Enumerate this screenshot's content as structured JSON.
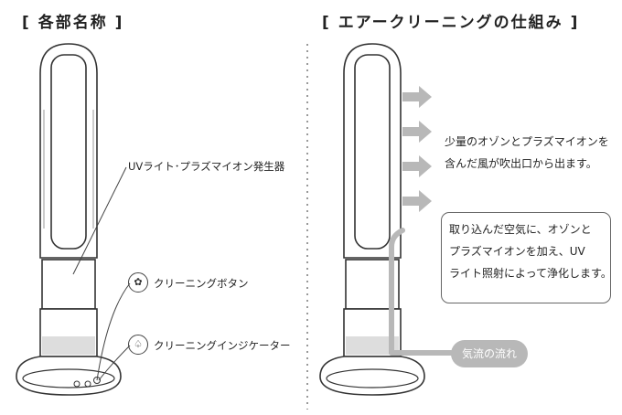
{
  "headers": {
    "left": "[ 各部名称 ]",
    "right": "[ エアークリーニングの仕組み ]"
  },
  "left_panel": {
    "labels": [
      "UVライト･プラズマイオン発生器",
      "クリーニングボタン",
      "クリーニングインジケーター"
    ],
    "icons": [
      "clean-button-icon",
      "indicator-icon"
    ]
  },
  "right_panel": {
    "note_top": [
      "少量のオゾンとプラズマイオンを",
      "含んだ風が吹出口から出ます。"
    ],
    "note_box": [
      "取り込んだ空気に、オゾンと",
      "プラズマイオンを加え、UV",
      "ライト照射によって浄化します。"
    ],
    "flow_label": "気流の流れ"
  },
  "colors": {
    "line": "#333333",
    "arrow": "#b8b8b8",
    "divider": "#999999"
  }
}
